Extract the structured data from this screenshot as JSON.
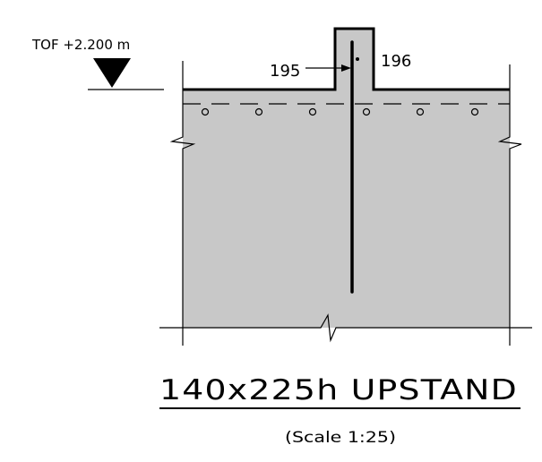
{
  "level_marker": {
    "label": "TOF +2.200 m"
  },
  "callouts": {
    "bar_195": "195",
    "bar_196": "196"
  },
  "title": {
    "text": "140x225h  UPSTAND",
    "scale": "(Scale  1:25)"
  },
  "colors": {
    "concrete_fill": "#c8c8c8",
    "line": "#000000",
    "background": "#ffffff"
  },
  "layout": {
    "bottom_bars_count": 6,
    "dashed_line": true
  }
}
